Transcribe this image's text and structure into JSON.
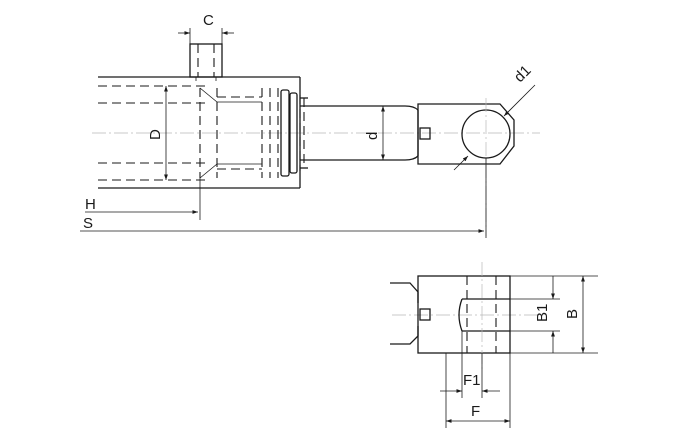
{
  "labels": {
    "C": "C",
    "D": "D",
    "d": "d",
    "d1": "d1",
    "H": "H",
    "S": "S",
    "B": "B",
    "B1": "B1",
    "F": "F",
    "F1": "F1"
  }
}
